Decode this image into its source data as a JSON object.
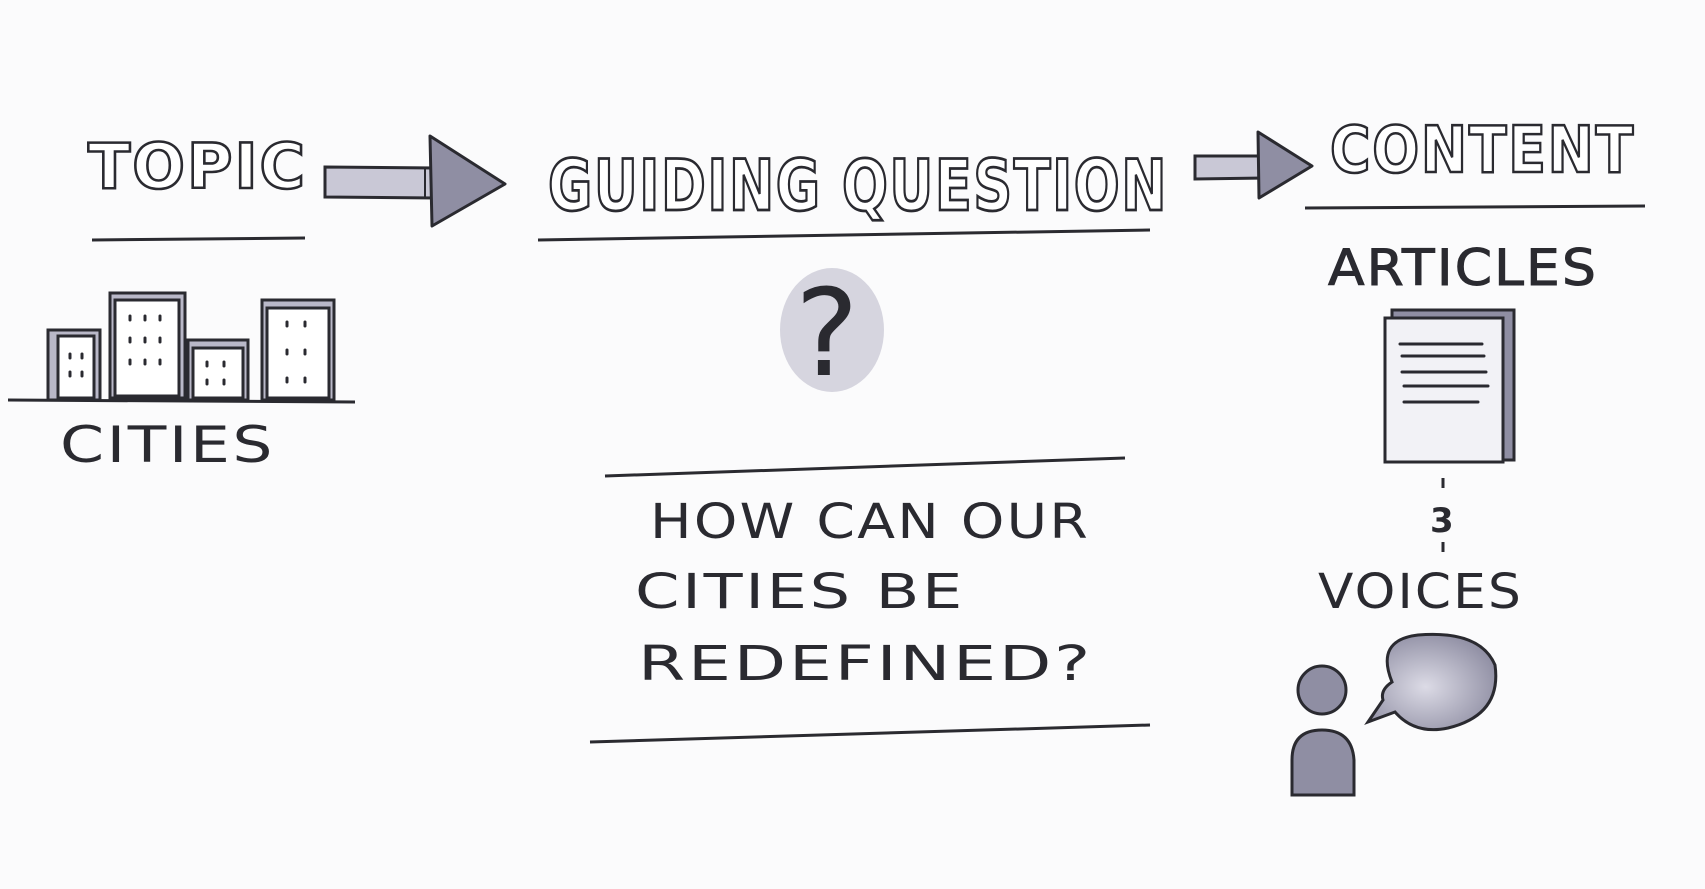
{
  "headers": {
    "topic": "TOPIC",
    "guiding_question": "GUIDING QUESTION",
    "content": "CONTENT"
  },
  "topic": {
    "label": "CITIES",
    "icon": "city-buildings-icon"
  },
  "question": {
    "symbol": "?",
    "lines": [
      "HOW CAN OUR",
      "CITIES BE",
      "REDEFINED?"
    ]
  },
  "content": {
    "articles_label": "ARTICLES",
    "articles_icon": "document-icon",
    "count": "3",
    "voices_label": "VOICES",
    "voices_icon": "person-speech-bubble-icon"
  },
  "colors": {
    "ink": "#2a2a30",
    "shade": "#8f8ea3",
    "light_shade": "#c9c8d6"
  }
}
